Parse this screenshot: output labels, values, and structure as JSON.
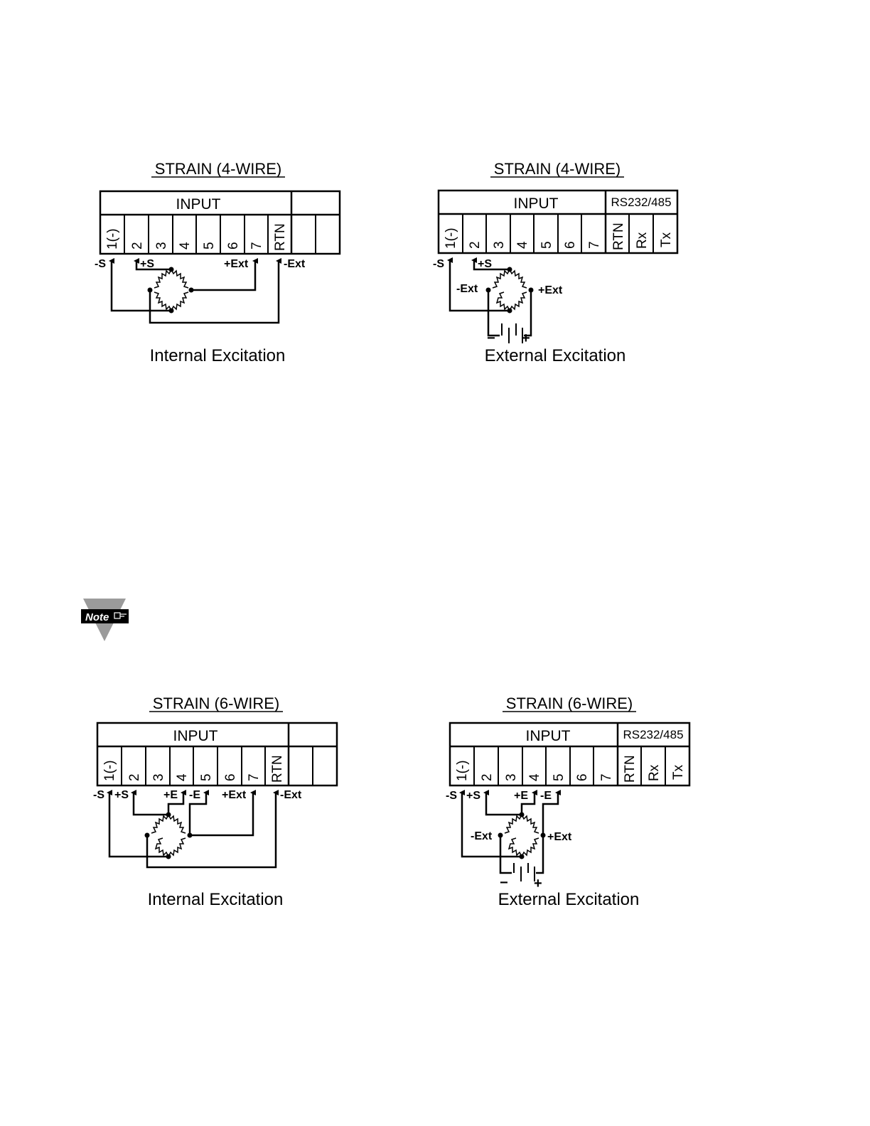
{
  "diagrams": [
    {
      "title": "STRAIN (4-WIRE)",
      "header": "INPUT",
      "comm_header": "",
      "pins": [
        "1(-)",
        "2",
        "3",
        "4",
        "5",
        "6",
        "7",
        "RTN",
        "",
        ""
      ],
      "labels": {
        "minus_s": "-S",
        "plus_s": "+S",
        "plus_ext": "+Ext",
        "minus_ext": "-Ext"
      },
      "caption": "Internal Excitation"
    },
    {
      "title": "STRAIN (4-WIRE)",
      "header": "INPUT",
      "comm_header": "RS232/485",
      "pins": [
        "1(-)",
        "2",
        "3",
        "4",
        "5",
        "6",
        "7",
        "RTN",
        "Rx",
        "Tx"
      ],
      "labels": {
        "minus_s": "-S",
        "plus_s": "+S",
        "minus_ext": "-Ext",
        "plus_ext": "+Ext",
        "battery_minus": "−",
        "battery_plus": "+"
      },
      "caption": "External Excitation"
    },
    {
      "title": "STRAIN (6-WIRE)",
      "header": "INPUT",
      "comm_header": "",
      "pins": [
        "1(-)",
        "2",
        "3",
        "4",
        "5",
        "6",
        "7",
        "RTN",
        "",
        ""
      ],
      "labels": {
        "minus_s": "-S",
        "plus_s": "+S",
        "plus_e": "+E",
        "minus_e": "-E",
        "plus_ext": "+Ext",
        "minus_ext": "-Ext"
      },
      "caption": "Internal Excitation"
    },
    {
      "title": "STRAIN (6-WIRE)",
      "header": "INPUT",
      "comm_header": "RS232/485",
      "pins": [
        "1(-)",
        "2",
        "3",
        "4",
        "5",
        "6",
        "7",
        "RTN",
        "Rx",
        "Tx"
      ],
      "labels": {
        "minus_s": "-S",
        "plus_s": "+S",
        "plus_e": "+E",
        "minus_e": "-E",
        "minus_ext": "-Ext",
        "plus_ext": "+Ext",
        "battery_minus": "−",
        "battery_plus": "+"
      },
      "caption": "External Excitation"
    }
  ],
  "note": {
    "label": "Note",
    "icon": "pointing-hand-icon"
  }
}
